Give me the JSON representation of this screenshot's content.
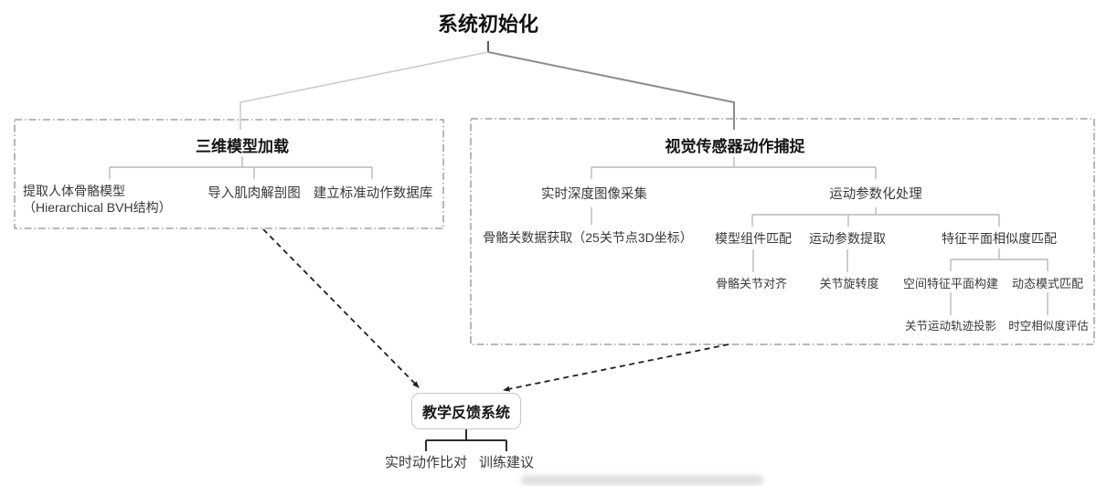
{
  "root": {
    "title": "系统初始化"
  },
  "left_box": {
    "title": "三维模型加载",
    "children": [
      {
        "label": "提取人体骨骼模型\n（Hierarchical BVH结构）"
      },
      {
        "label": "导入肌肉解剖图"
      },
      {
        "label": "建立标准动作数据库"
      }
    ]
  },
  "right_box": {
    "title": "视觉传感器动作捕捉",
    "level1": [
      {
        "label": "实时深度图像采集"
      },
      {
        "label": "运动参数化处理"
      }
    ],
    "depth_branch": {
      "leaf": "骨骼关数据获取（25关节点3D坐标）"
    },
    "param_branch": {
      "children": [
        {
          "label": "模型组件匹配",
          "child": "骨骼关节对齐"
        },
        {
          "label": "运动参数提取",
          "child": "关节旋转度"
        },
        {
          "label": "特征平面相似度匹配"
        }
      ]
    },
    "feature_branch": {
      "children": [
        {
          "label": "空间特征平面构建",
          "child": "关节运动轨迹投影"
        },
        {
          "label": "动态模式匹配",
          "child": "时空相似度评估"
        }
      ]
    }
  },
  "feedback": {
    "title": "教学反馈系统",
    "children": [
      {
        "label": "实时动作比对"
      },
      {
        "label": "训练建议"
      }
    ]
  },
  "colors": {
    "tree_line": "#b9b9b9",
    "root_branch_left": "#cbcbcb",
    "root_branch_right": "#8c8c8c",
    "box_border": "#8f8f8f",
    "dark_connector": "#2e2e2e",
    "arrow": "#1f1f1f",
    "title_text": "#121212",
    "node_text": "#383838"
  }
}
